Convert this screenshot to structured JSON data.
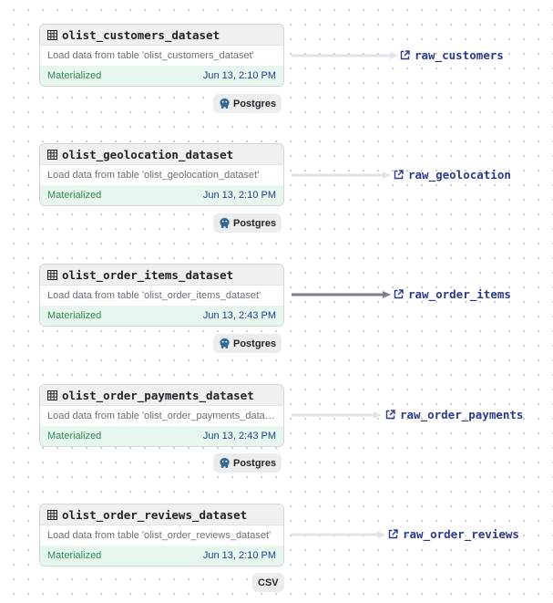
{
  "nodes": [
    {
      "title": "olist_customers_dataset",
      "description": "Load data from table 'olist_customers_dataset'",
      "status": "Materialized",
      "time": "Jun 13, 2:10 PM",
      "source": "Postgres",
      "target": "raw_customers"
    },
    {
      "title": "olist_geolocation_dataset",
      "description": "Load data from table 'olist_geolocation_dataset'",
      "status": "Materialized",
      "time": "Jun 13, 2:10 PM",
      "source": "Postgres",
      "target": "raw_geolocation"
    },
    {
      "title": "olist_order_items_dataset",
      "description": "Load data from table 'olist_order_items_dataset'",
      "status": "Materialized",
      "time": "Jun 13, 2:43 PM",
      "source": "Postgres",
      "target": "raw_order_items"
    },
    {
      "title": "olist_order_payments_dataset",
      "description": "Load data from table 'olist_order_payments_dataset'",
      "status": "Materialized",
      "time": "Jun 13, 2:43 PM",
      "source": "Postgres",
      "target": "raw_order_payments"
    },
    {
      "title": "olist_order_reviews_dataset",
      "description": "Load data from table 'olist_order_reviews_dataset'",
      "status": "Materialized",
      "time": "Jun 13, 2:10 PM",
      "source": "CSV",
      "target": "raw_order_reviews"
    }
  ],
  "colors": {
    "materialized": "#2f8a4d",
    "timestamp": "#1d3f8f",
    "target_link": "#2b3a8c",
    "edge_default": "#e1e3e8",
    "edge_highlight": "#7d828c"
  }
}
